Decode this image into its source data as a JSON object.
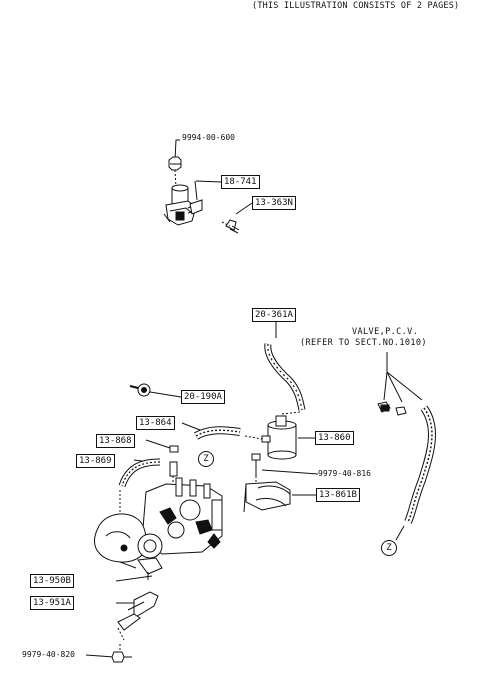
{
  "header": "(THIS ILLUSTRATION CONSISTS OF  2 PAGES)",
  "upper_group": {
    "label_9994": "9994-00-600",
    "label_18741": "18-741",
    "label_13363N": "13-363N"
  },
  "lower_group": {
    "label_20361A": "20-361A",
    "note_line1": "VALVE,P.C.V.",
    "note_line2": "(REFER TO SECT.NO.1010)",
    "label_20190A": "20-190A",
    "label_13864": "13-864",
    "label_13868": "13-868",
    "label_13869": "13-869",
    "label_13860": "13-860",
    "label_9979_816": "9979-40-816",
    "label_13861B": "13-861B",
    "label_13950B": "13-950B",
    "label_13951A": "13-951A",
    "label_9979_820": "9979-40-820",
    "ref_z1": "Z",
    "ref_z2": "Z"
  }
}
